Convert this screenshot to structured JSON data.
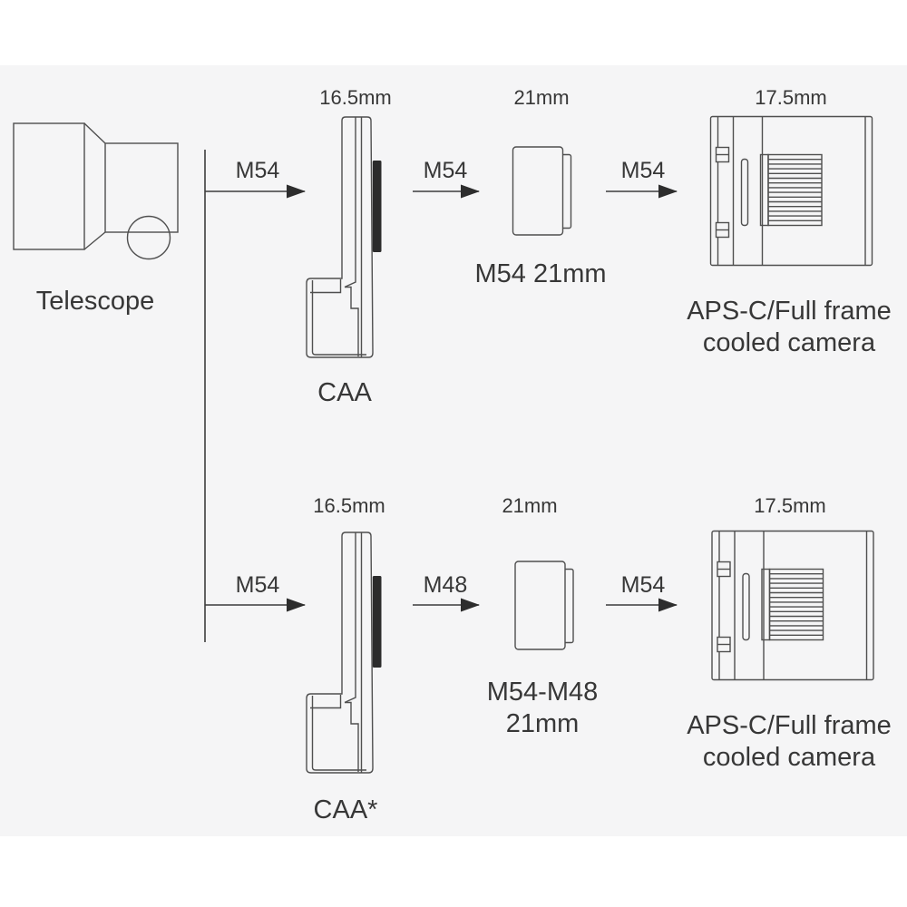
{
  "colors": {
    "page_bg": "#ffffff",
    "panel_bg": "#f5f5f6",
    "line": "#4f4f4f",
    "text": "#373737",
    "thread_strip": "#2b2b2b"
  },
  "telescope": {
    "label": "Telescope"
  },
  "rows": [
    {
      "caa": {
        "dim": "16.5mm",
        "label": "CAA"
      },
      "arrows": [
        {
          "label": "M54"
        },
        {
          "label": "M54"
        },
        {
          "label": "M54"
        }
      ],
      "adapter": {
        "dim": "21mm",
        "label_lines": [
          "M54 21mm"
        ]
      },
      "camera": {
        "dim": "17.5mm",
        "label_lines": [
          "APS-C/Full frame",
          "cooled camera"
        ]
      }
    },
    {
      "caa": {
        "dim": "16.5mm",
        "label": "CAA*"
      },
      "arrows": [
        {
          "label": "M54"
        },
        {
          "label": "M48"
        },
        {
          "label": "M54"
        }
      ],
      "adapter": {
        "dim": "21mm",
        "label_lines": [
          "M54-M48",
          "21mm"
        ]
      },
      "camera": {
        "dim": "17.5mm",
        "label_lines": [
          "APS-C/Full frame",
          "cooled camera"
        ]
      }
    }
  ]
}
